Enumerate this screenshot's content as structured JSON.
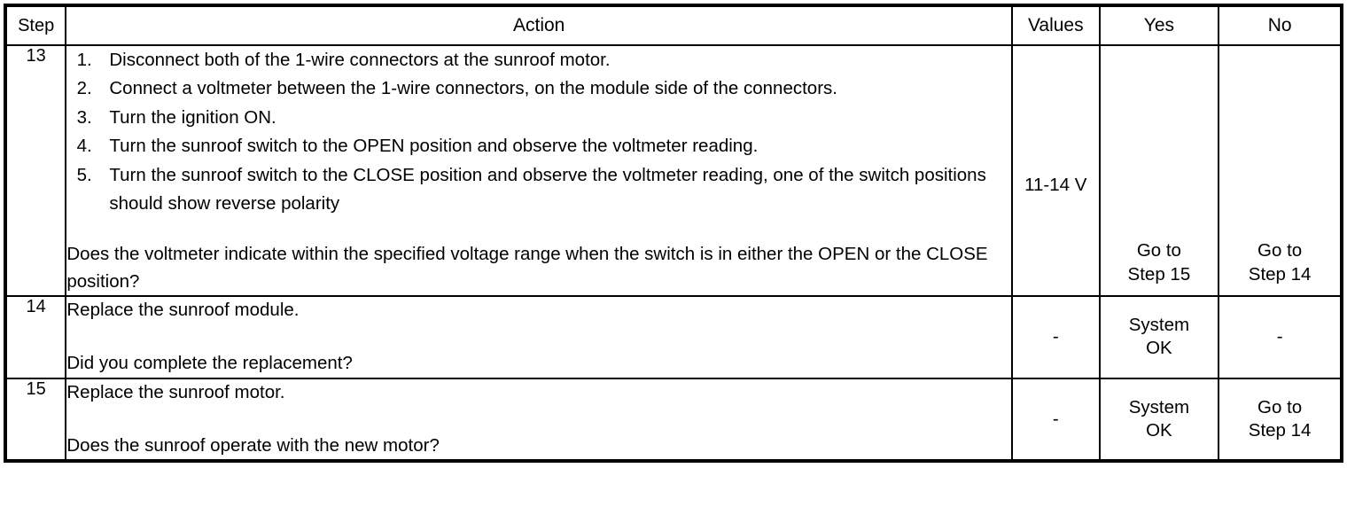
{
  "table": {
    "columns": [
      {
        "key": "step",
        "label": "Step"
      },
      {
        "key": "action",
        "label": "Action"
      },
      {
        "key": "values",
        "label": "Values"
      },
      {
        "key": "yes",
        "label": "Yes"
      },
      {
        "key": "no",
        "label": "No"
      }
    ],
    "rows": [
      {
        "step": "13",
        "action_items": [
          "Disconnect both of the 1-wire connectors at the sunroof motor.",
          "Connect a voltmeter between the 1-wire connectors, on the module side of the connectors.",
          "Turn the ignition ON.",
          "Turn the sunroof switch to the OPEN position and observe the voltmeter reading.",
          "Turn the sunroof switch to the CLOSE position and observe the voltmeter reading, one of the switch positions should show reverse polarity"
        ],
        "question": "Does the voltmeter indicate within the specified voltage range when the switch is in either the OPEN or the CLOSE position?",
        "values": "11-14 V",
        "yes_line1": "Go to",
        "yes_line2": "Step 15",
        "no_line1": "Go to",
        "no_line2": "Step 14"
      },
      {
        "step": "14",
        "instruction": "Replace the sunroof module.",
        "question": "Did you complete the replacement?",
        "values": "-",
        "yes_line1": "System",
        "yes_line2": "OK",
        "no_line1": "-",
        "no_line2": ""
      },
      {
        "step": "15",
        "instruction": "Replace the sunroof motor.",
        "question": "Does the sunroof operate with the new motor?",
        "values": "-",
        "yes_line1": "System",
        "yes_line2": "OK",
        "no_line1": "Go to",
        "no_line2": "Step 14"
      }
    ]
  }
}
